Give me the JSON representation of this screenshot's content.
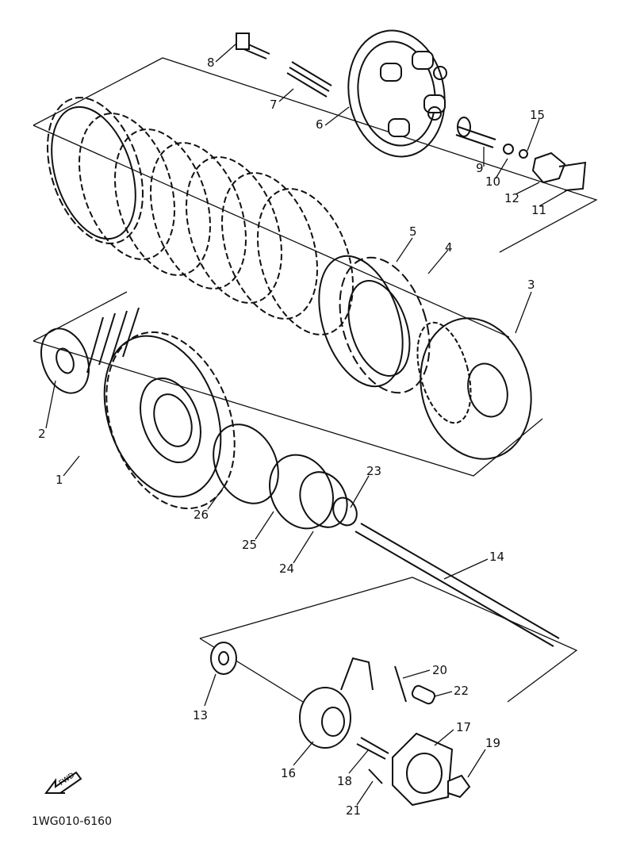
{
  "diagram": {
    "part_labels": [
      "1",
      "2",
      "3",
      "4",
      "5",
      "6",
      "7",
      "8",
      "9",
      "10",
      "11",
      "12",
      "13",
      "14",
      "15",
      "16",
      "17",
      "18",
      "19",
      "20",
      "21",
      "22",
      "23",
      "24",
      "25",
      "26"
    ],
    "fwd_label": "FWD",
    "doc_code": "1WG010-6160"
  }
}
